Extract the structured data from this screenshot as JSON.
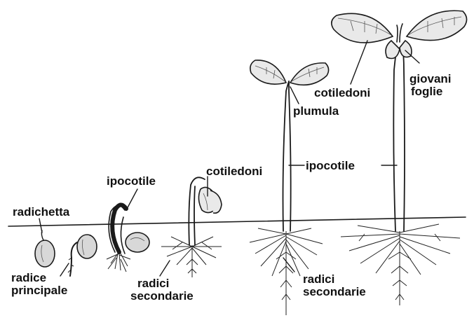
{
  "labels": {
    "radichetta": "radichetta",
    "radice_line1": "radice",
    "radice_line2": "principale",
    "ipocotile_1": "ipocotile",
    "cotiledoni_1": "cotiledoni",
    "radici_1_line1": "radici",
    "radici_1_line2": "secondarie",
    "plumula": "plumula",
    "ipocotile_2": "ipocotile",
    "cotiledoni_2": "cotiledoni",
    "giovani_line1": "giovani",
    "giovani_line2": "foglie",
    "radici_2_line1": "radici",
    "radici_2_line2": "secondarie"
  },
  "colors": {
    "ink": "#1a1a1a",
    "background": "#ffffff",
    "leaf_fill": "#e9e9e9"
  }
}
